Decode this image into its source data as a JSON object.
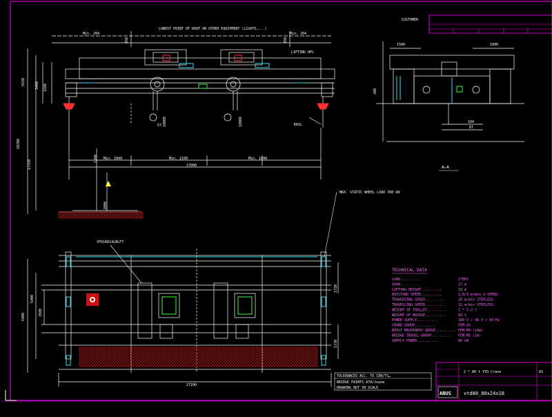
{
  "colors": {
    "background": "#000000",
    "drawing": "#ffffff",
    "frame": "#ff00ff",
    "accent_red": "#ff3030",
    "hatch": "#c81010",
    "cyan": "#30e0ff",
    "green": "#40ff40",
    "yellow": "#ffff40",
    "tech_text": "#ff66ff"
  },
  "title_block_top": {
    "label": "CUSTOMER"
  },
  "elevation": {
    "note_top": "LOWEST POINT OF ROOF OR OTHER EQUIPMENT (LIGHTS,...)",
    "min_left": "Min. 204",
    "min_right": "Min. 204",
    "lifting_label": "LIFTING HPL",
    "rail_label": "RAIL",
    "dim_top_left": "450",
    "dim_top_right": "450",
    "dim_height_1": "5620",
    "dim_height_2": "3460",
    "dim_height_3": "1680",
    "dim_total_height": "20700",
    "dim_lower_height": "17750",
    "dim_hook": "18000",
    "dim_hook_2": "18000",
    "dim_57": "57",
    "dim_bottom_1": "Min. 1000",
    "dim_bottom_2": "Min. 2100",
    "dim_bottom_3": "Min. 1000",
    "dim_span": "27000",
    "dim_pit": "1200",
    "dim_floor": "1000"
  },
  "section": {
    "dim_left": "1500",
    "dim_right": "1800",
    "dim_height": "200",
    "dim_small_1": "184",
    "dim_small_2": "87",
    "label": "A—A"
  },
  "plan": {
    "vfd_label": "VFD16D14LNLF7",
    "wheel_note": "MAX. STATIC WHEEL LOAD 390 kN",
    "dim_width_1": "6400",
    "dim_width_2": "5400",
    "dim_width_3": "3500",
    "dim_right_1": "1720",
    "dim_right_2": "1730",
    "dim_length": "27290",
    "notes": [
      "TOLERANCES ACC. TO CEN/TS…",
      "BRIDGE PAINTS A70/Juune",
      "DRAWING NOT IN SCALE"
    ]
  },
  "technical_data": {
    "title": "TECHNICAL DATA",
    "rows": [
      {
        "label": "LOAD",
        "value": "2*80t"
      },
      {
        "label": "SPAN",
        "value": "27 m"
      },
      {
        "label": "LIFTING HEIGHT",
        "value": "18 m"
      },
      {
        "label": "HOISTING SPEED",
        "value": "2,0/3 m/min  2-SPEED"
      },
      {
        "label": "TRAVERSING SPEED",
        "value": "20 m/min  STEPLESS"
      },
      {
        "label": "TRAVELLING SPEED",
        "value": "32 m/min  STEPLESS"
      },
      {
        "label": "WEIGHT OF TROLLEY",
        "value": "2 * 5,3 t"
      },
      {
        "label": "WEIGHT OF BRIDGE",
        "value": "68 t"
      },
      {
        "label": "POWER SUPPLY",
        "value": "380 V / 48 V / 50 Hz"
      },
      {
        "label": "CRANE GROUP",
        "value": "FEM A5"
      },
      {
        "label": "HOIST MACHINERY GROUP",
        "value": "FEM M4 (1Am)"
      },
      {
        "label": "BRIDGE TRAVEL GROUP",
        "value": "FEM M5 (2m)"
      },
      {
        "label": "SUPPLY POWER",
        "value": "80 kW"
      }
    ]
  },
  "title_block": {
    "description": "2 * 80 t VTD Crane",
    "drawing_no": "vtd80_80x24x18",
    "company": "ABUS",
    "sheet": "A3"
  }
}
